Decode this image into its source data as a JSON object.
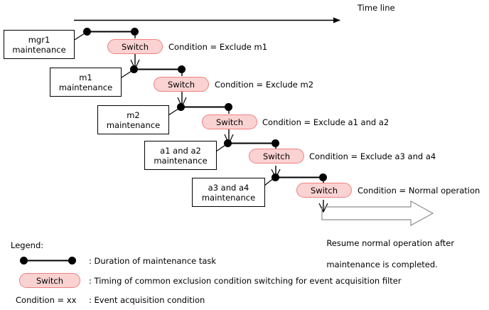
{
  "diagram": {
    "timeline_label": "Time line",
    "rows": [
      {
        "box_line1": "mgr1",
        "box_line2": "maintenance",
        "switch_label": "Switch",
        "condition": "Condition = Exclude m1"
      },
      {
        "box_line1": "m1",
        "box_line2": "maintenance",
        "switch_label": "Switch",
        "condition": "Condition = Exclude m2"
      },
      {
        "box_line1": "m2",
        "box_line2": "maintenance",
        "switch_label": "Switch",
        "condition": "Condition = Exclude a1 and a2"
      },
      {
        "box_line1": "a1 and a2",
        "box_line2": "maintenance",
        "switch_label": "Switch",
        "condition": "Condition = Exclude a3 and a4"
      },
      {
        "box_line1": "a3 and a4",
        "box_line2": "maintenance",
        "switch_label": "Switch",
        "condition": "Condition = Normal operation"
      }
    ],
    "resume_note_line1": "Resume normal operation after",
    "resume_note_line2": "maintenance is completed."
  },
  "legend": {
    "title": "Legend:",
    "duration_text": ": Duration of maintenance task",
    "switch_label": "Switch",
    "switch_text": ": Timing of common exclusion condition switching for event acquisition filter",
    "condition_sample": "Condition = xx",
    "condition_text": ": Event acquisition condition"
  },
  "colors": {
    "pill_fill": "#fad2d2",
    "pill_border": "#f08080",
    "line": "#000000",
    "block_arrow": "#808080"
  }
}
